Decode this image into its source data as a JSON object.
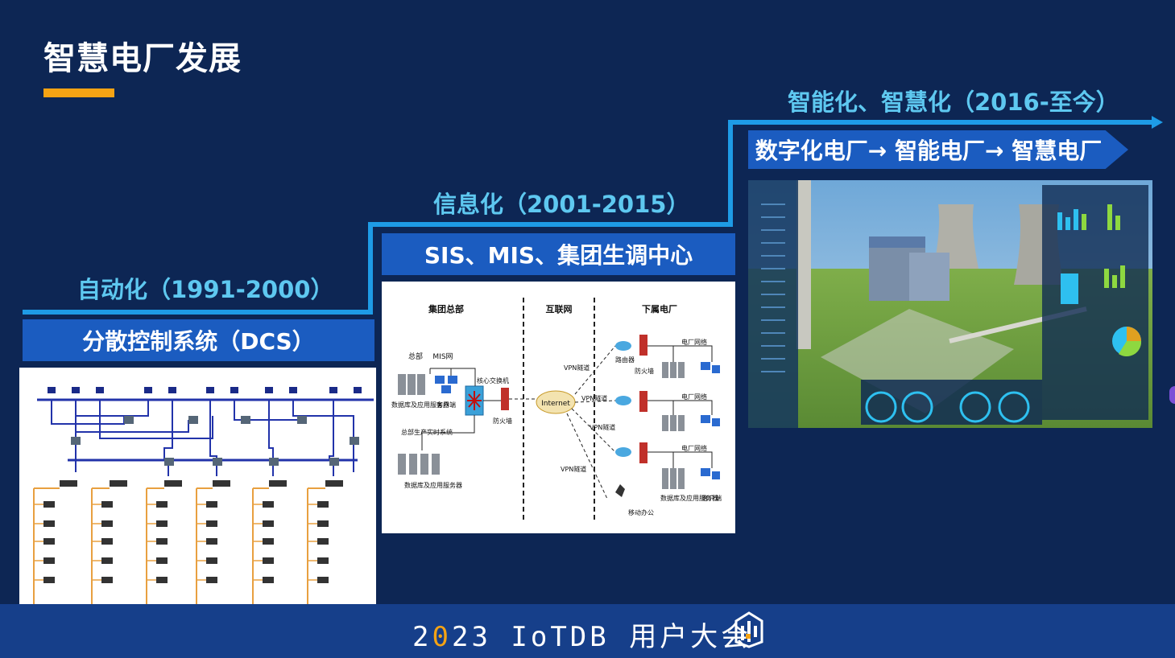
{
  "page": {
    "title": "智慧电厂发展"
  },
  "stages": [
    {
      "label": "自动化（1991-2000）",
      "banner": "分散控制系统（DCS）"
    },
    {
      "label": "信息化（2001-2015）",
      "banner": "SIS、MIS、集团生调中心"
    },
    {
      "label": "智能化、智慧化（2016-至今）",
      "banner": "数字化电厂→ 智能电厂→ 智慧电厂"
    }
  ],
  "network_diagram": {
    "col_hq": "集团总部",
    "col_internet": "互联网",
    "col_plants": "下属电厂",
    "hq": "总部",
    "mis": "MIS网",
    "core_switch": "核心交换机",
    "firewall": "防火墙",
    "db_server": "数据库及应用服务器",
    "client": "客户端",
    "realtime": "总部生产实时系统",
    "internet": "Internet",
    "vpn": "VPN隧道",
    "router": "路由器",
    "plant_net": "电厂网络",
    "mobile": "移动办公"
  },
  "footer": {
    "year_a": "2",
    "year_b": "0",
    "year_c": "23",
    "text": " IoTDB 用户大会"
  },
  "colors": {
    "background": "#0d2654",
    "accent": "#f5a314",
    "banner": "#1b5cc0",
    "label": "#5ec8f0"
  }
}
